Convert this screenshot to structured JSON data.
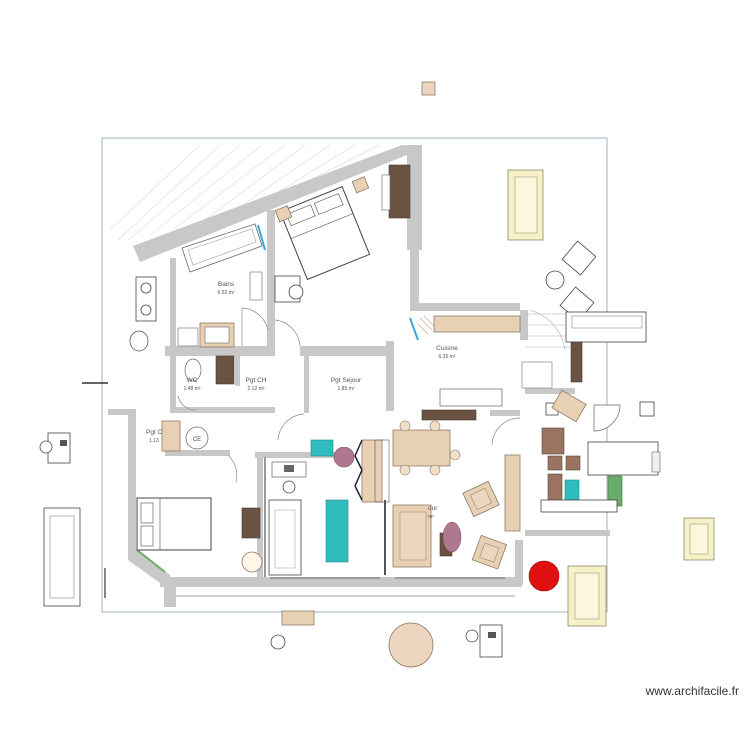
{
  "rooms": [
    {
      "id": "bains",
      "name": "Bains",
      "area": "6.52 m²"
    },
    {
      "id": "pgt-ch",
      "name": "Pgt CH",
      "area": "2.12 m²"
    },
    {
      "id": "wc",
      "name": "WC",
      "area": "1.48 m²"
    },
    {
      "id": "pgt-sejour",
      "name": "Pgt Séjour",
      "area": "1.85 m²"
    },
    {
      "id": "cuisine",
      "name": "Cuisine",
      "area": "6.35 m²"
    },
    {
      "id": "pgt-c",
      "name": "Pgt C",
      "area": "1.13"
    },
    {
      "id": "cour",
      "name": "our",
      "area": "m²"
    }
  ],
  "appliance_labels": {
    "washer": "CE"
  },
  "watermark": "www.archifacile.fr",
  "colors": {
    "wall": "#c8c8c8",
    "wood": "#e8d0b4",
    "dark_wood": "#6b5344",
    "cream": "#f6f0c6",
    "teal": "#30bcbc",
    "accent_red": "#e01010",
    "plum": "#b07890",
    "green": "#6aaa6a"
  }
}
